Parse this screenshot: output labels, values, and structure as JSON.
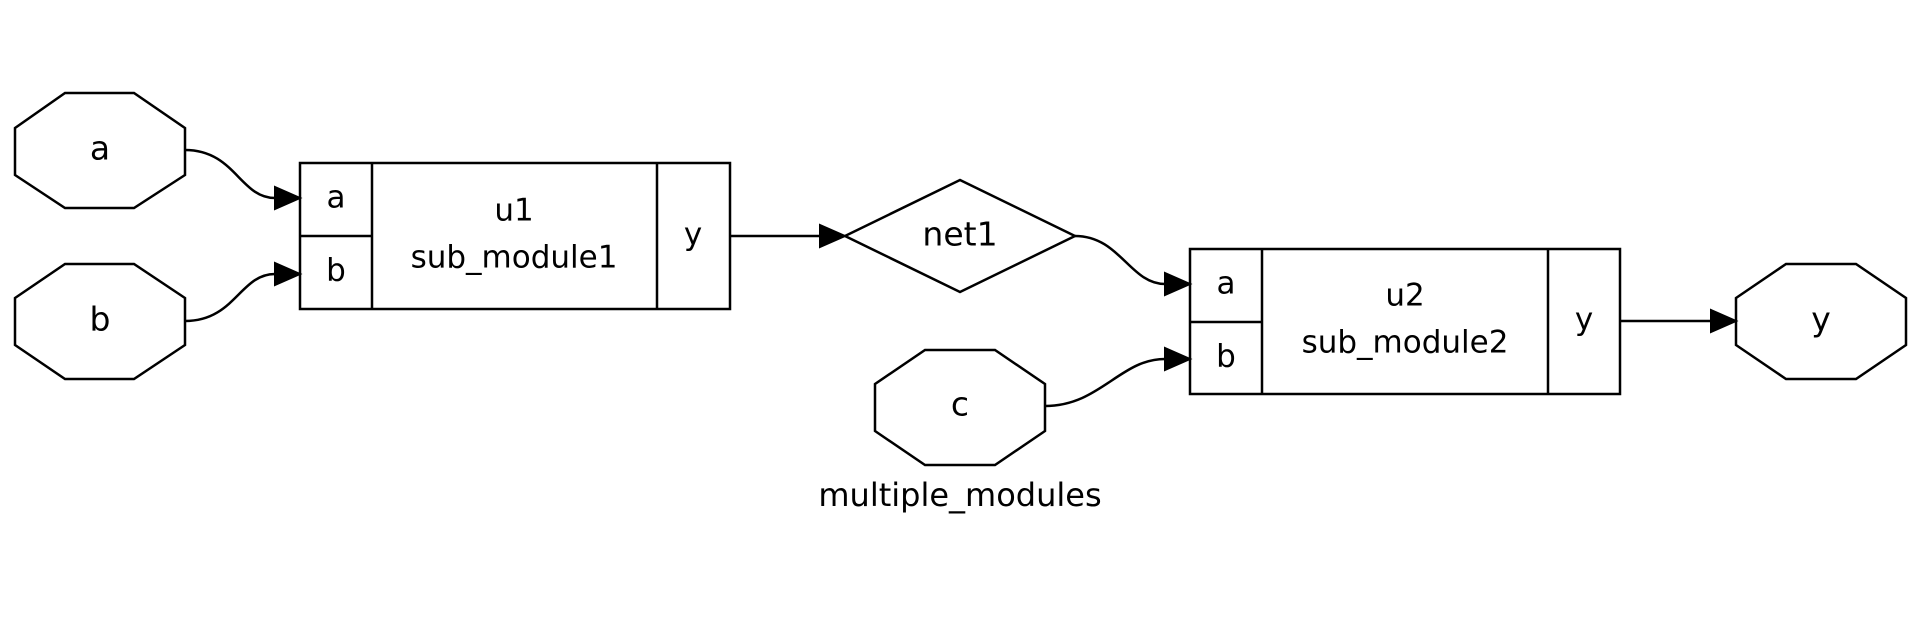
{
  "diagram": {
    "caption": "multiple_modules",
    "inputs": {
      "a": "a",
      "b": "b",
      "c": "c"
    },
    "outputs": {
      "y": "y"
    },
    "net": {
      "label": "net1"
    },
    "modules": [
      {
        "instance": "u1",
        "type": "sub_module1",
        "port_a": "a",
        "port_b": "b",
        "port_y": "y"
      },
      {
        "instance": "u2",
        "type": "sub_module2",
        "port_a": "a",
        "port_b": "b",
        "port_y": "y"
      }
    ]
  }
}
